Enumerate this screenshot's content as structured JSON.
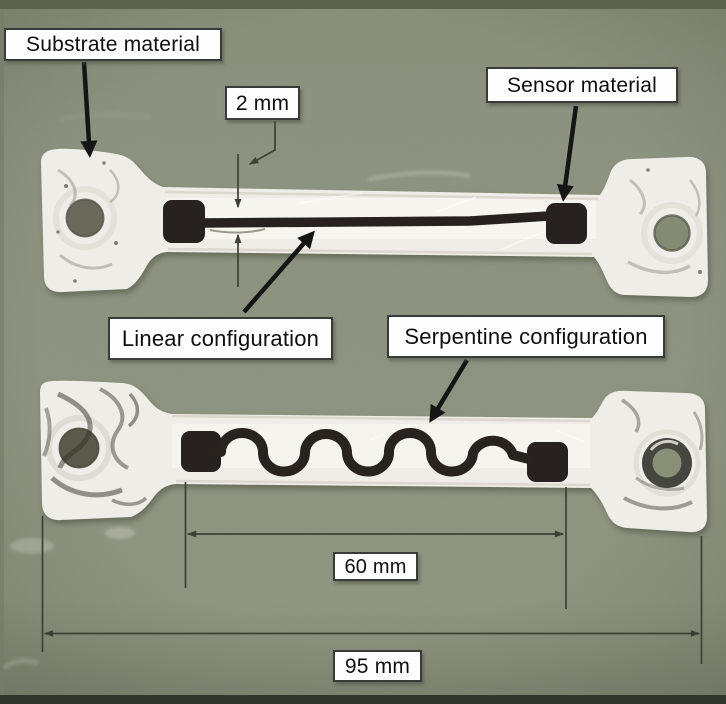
{
  "figure": {
    "type": "annotated-photograph",
    "caption_labels": {
      "substrate_material": "Substrate material",
      "sensor_material": "Sensor material",
      "linear_configuration": "Linear configuration",
      "serpentine_configuration": "Serpentine configuration"
    },
    "dimension_annotations": {
      "sensor_trace_width": "2 mm",
      "sensor_length": "60 mm",
      "specimen_length": "95 mm"
    },
    "specimens": [
      {
        "position": "top",
        "sensor_layout": "linear",
        "sensor_color": "black",
        "substrate_color": "white"
      },
      {
        "position": "bottom",
        "sensor_layout": "serpentine",
        "sensor_color": "black",
        "substrate_color": "white"
      }
    ],
    "colors": {
      "photo_background": "#8c927f",
      "substrate_white": "#efede7",
      "sensor_black": "#27221f",
      "annotation_arrow": "#151515",
      "dimension_line": "#3c4135",
      "label_background": "#fefefe",
      "label_border": "#3a3a38",
      "label_text": "#0f0f0f"
    }
  }
}
